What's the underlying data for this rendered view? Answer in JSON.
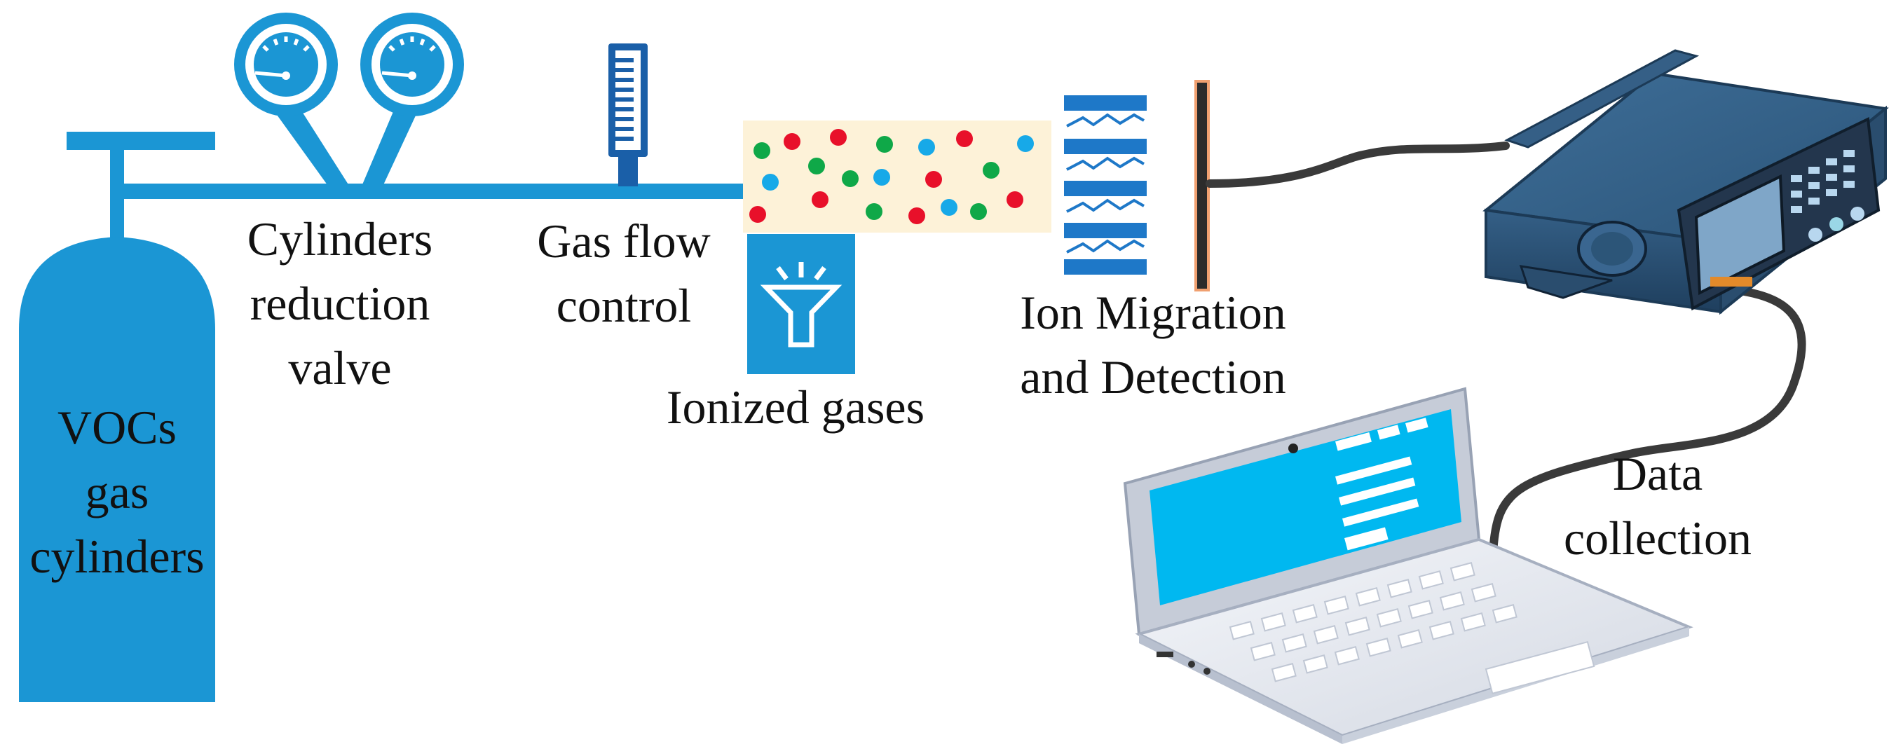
{
  "labels": {
    "cylinder": [
      "VOCs",
      "gas",
      "cylinders"
    ],
    "valve": [
      "Cylinders",
      "reduction",
      "valve"
    ],
    "flow": [
      "Gas flow",
      "control"
    ],
    "ionized": "Ionized gases",
    "migration": [
      "Ion Migration",
      "and Detection"
    ],
    "data": [
      "Data",
      "collection"
    ]
  },
  "colors": {
    "pipe": "#1b96d4",
    "cylinder": "#1b96d4",
    "chamber_bg": "#fdf2d8",
    "particle_red": "#e8102a",
    "particle_green": "#0fa848",
    "particle_blue": "#17a9e8",
    "ion_plate": "#1e78c8",
    "detector_edge": "#f0a070",
    "cable": "#3a3a3a",
    "laptop_screen": "#00b8f0"
  },
  "icons": [
    "pressure-gauge-icon",
    "flowmeter-icon",
    "ionizer-lamp-icon",
    "ion-drift-plate-icon",
    "detector-plate-icon",
    "spectrometer-device-icon",
    "laptop-icon"
  ]
}
